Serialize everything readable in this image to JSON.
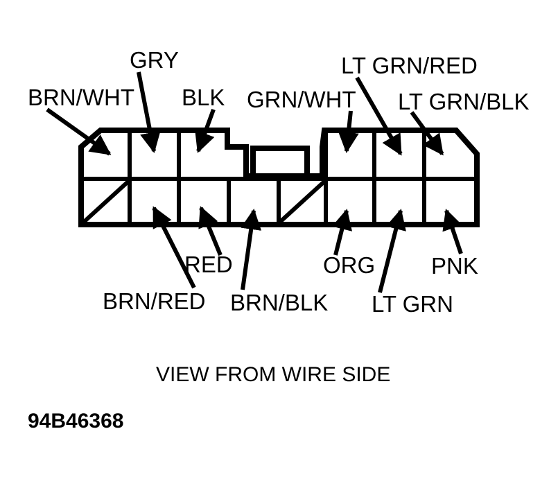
{
  "wires": {
    "brn_wht": "BRN/WHT",
    "gry": "GRY",
    "blk": "BLK",
    "grn_wht": "GRN/WHT",
    "lt_grn_red": "LT GRN/RED",
    "lt_grn_blk": "LT GRN/BLK",
    "red": "RED",
    "brn_red": "BRN/RED",
    "brn_blk": "BRN/BLK",
    "org": "ORG",
    "lt_grn": "LT GRN",
    "pnk": "PNK"
  },
  "caption": "VIEW FROM WIRE SIDE",
  "figure_id": "94B46368"
}
